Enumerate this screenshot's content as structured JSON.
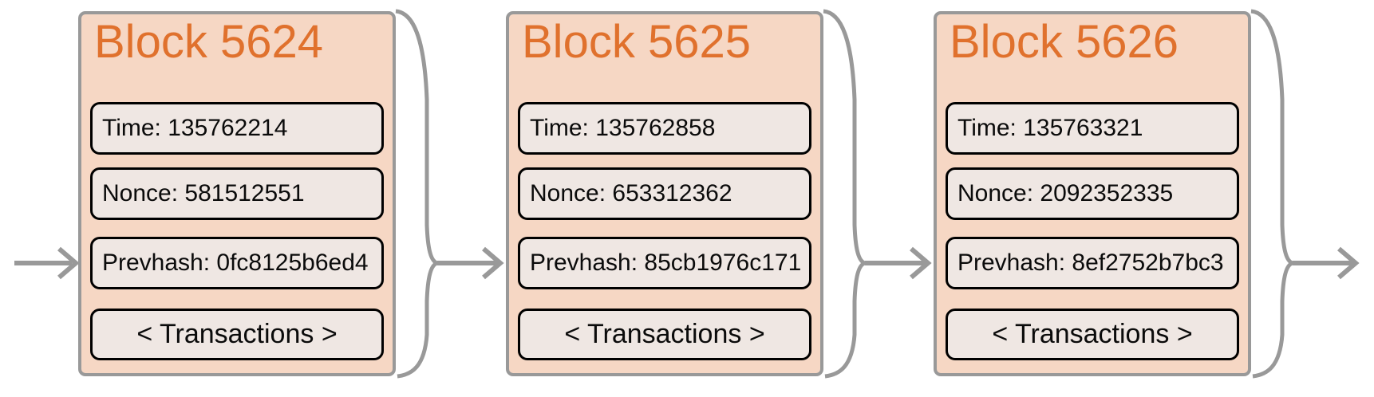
{
  "colors": {
    "page_background": "#ffffff",
    "block_background": "#f6d7c4",
    "block_border": "#999999",
    "field_background": "#efe7e3",
    "field_border": "#000000",
    "title_orange": "#e0712d",
    "connector_gray": "#999999"
  },
  "icons": {
    "arrow": "right-chevron-arrow",
    "brace": "right-curly-brace"
  },
  "blocks": [
    {
      "title": "Block 5624",
      "fields": {
        "time": "Time: 135762214",
        "nonce": "Nonce: 581512551",
        "prevhash": "Prevhash: 0fc8125b6ed4",
        "transactions": "< Transactions >"
      }
    },
    {
      "title": "Block 5625",
      "fields": {
        "time": "Time: 135762858",
        "nonce": "Nonce: 653312362",
        "prevhash": "Prevhash: 85cb1976c171",
        "transactions": "< Transactions >"
      }
    },
    {
      "title": "Block 5626",
      "fields": {
        "time": "Time: 135763321",
        "nonce": "Nonce: 2092352335",
        "prevhash": "Prevhash: 8ef2752b7bc3",
        "transactions": "< Transactions >"
      }
    }
  ]
}
